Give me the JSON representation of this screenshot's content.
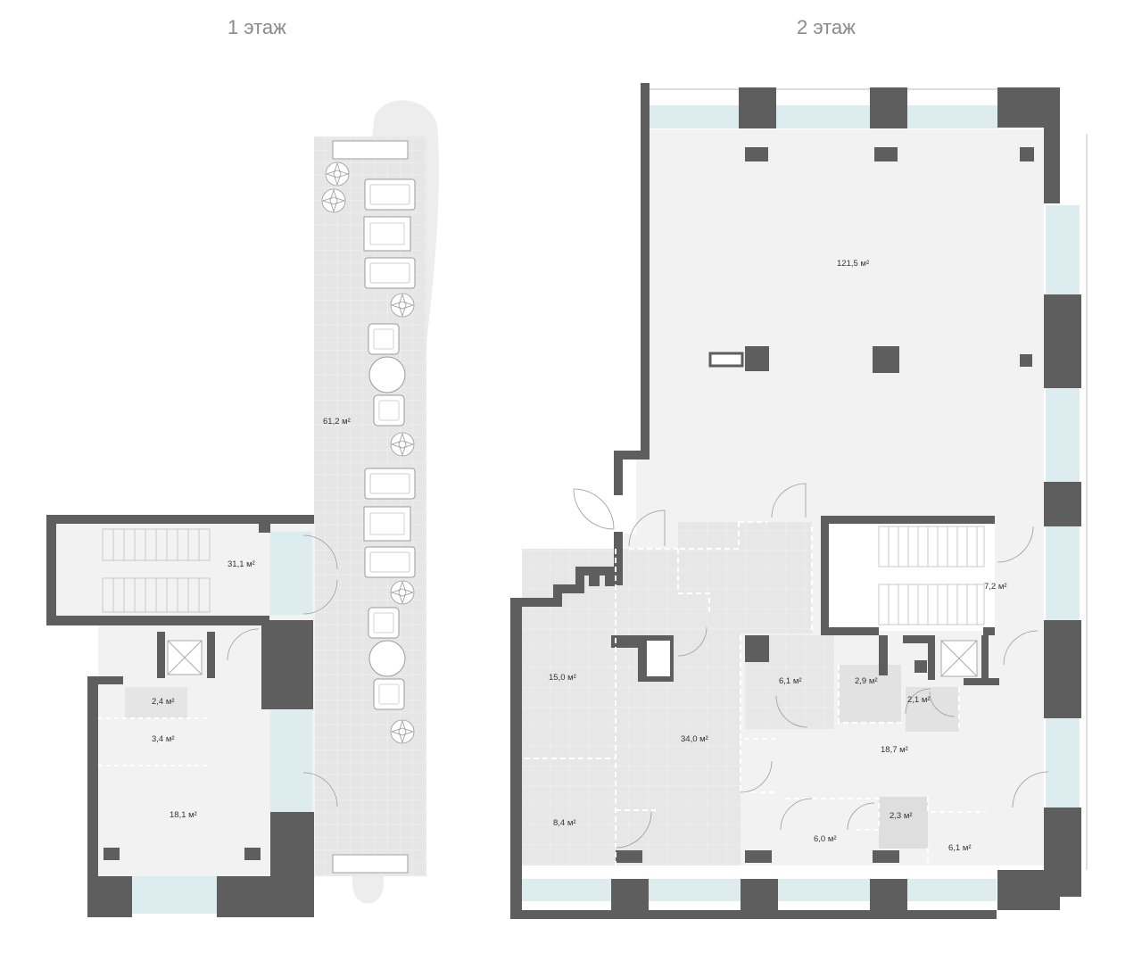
{
  "floors": [
    {
      "title": "1 этаж"
    },
    {
      "title": "2 этаж"
    }
  ],
  "rooms": {
    "f1_terrace": "61,2 м²",
    "f1_hall": "31,1 м²",
    "f1_room_24": "2,4 м²",
    "f1_room_34": "3,4 м²",
    "f1_room_181": "18,1 м²",
    "f2_main": "121,5 м²",
    "f2_72": "7,2 м²",
    "f2_150": "15,0 м²",
    "f2_61a": "6,1 м²",
    "f2_29": "2,9 м²",
    "f2_21": "2,1 м²",
    "f2_340": "34,0 м²",
    "f2_187": "18,7 м²",
    "f2_84": "8,4 м²",
    "f2_23": "2,3 м²",
    "f2_60": "6,0 м²",
    "f2_61b": "6,1 м²"
  },
  "colors": {
    "wall": "#5e5e5e",
    "floor_light": "#f2f2f2",
    "floor_tile": "#e4e4e4",
    "glass": "#ddecee",
    "title": "#8a8a8a"
  }
}
